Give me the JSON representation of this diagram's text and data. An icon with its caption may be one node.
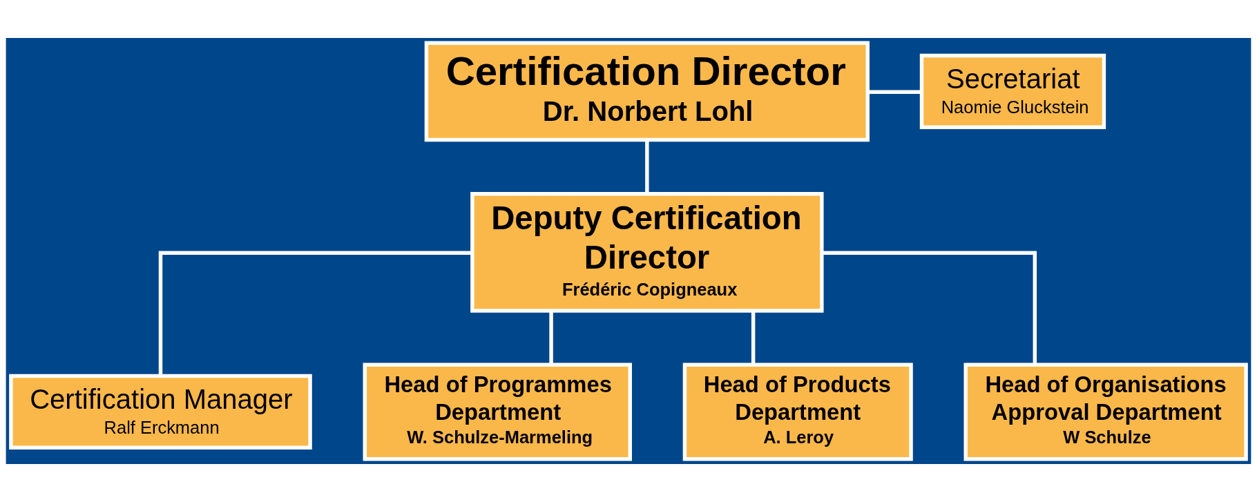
{
  "diagram": {
    "nodes": [
      {
        "text": [
          "Secretariat",
          "Naomie Gluckstein"
        ]
      },
      {
        "text": [
          "Certification Director",
          "Dr. Norbert Lohl"
        ]
      },
      {
        "text": [
          "Deputy Certification Director",
          "Frédéric Copigneaux"
        ]
      },
      {
        "text": [
          "Certification Manager",
          "Ralf Erckmann"
        ]
      },
      {
        "text": [
          "Head of Programmes Department",
          "W. Schulze-Marmeling"
        ]
      },
      {
        "text": [
          "Head of Products Department",
          "A. Leroy"
        ]
      },
      {
        "text": [
          "Head of Organisations Approval Department",
          "W Schulze"
        ]
      }
    ],
    "edges": [
      {
        "from": 1,
        "to": 0,
        "arrow": "none"
      },
      {
        "from": 1,
        "to": 2,
        "arrow": "none"
      },
      {
        "from": 2,
        "to": 3,
        "arrow": "none"
      },
      {
        "from": 2,
        "to": 4,
        "arrow": "none"
      },
      {
        "from": 2,
        "to": 5,
        "arrow": "none"
      },
      {
        "from": 2,
        "to": 6,
        "arrow": "none"
      }
    ]
  }
}
